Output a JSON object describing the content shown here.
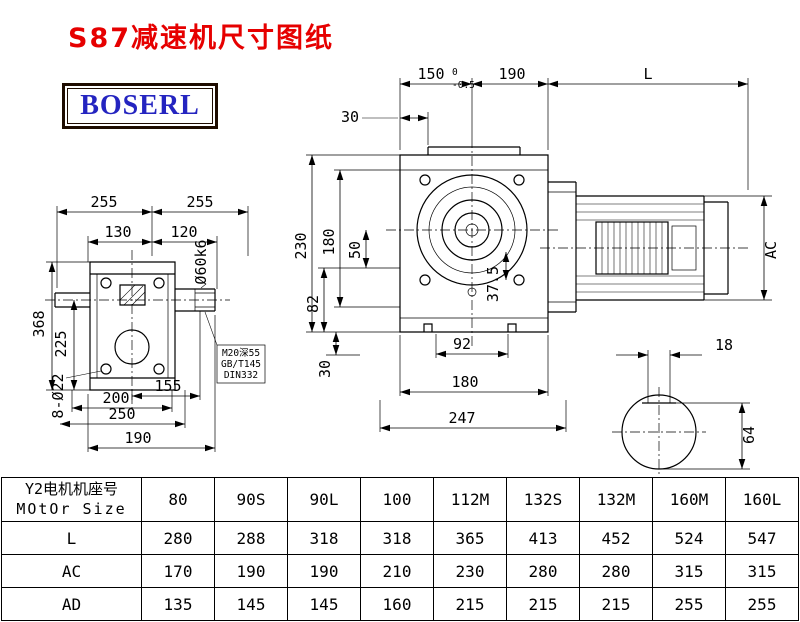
{
  "title": "S87减速机尺寸图纸",
  "logo": "BOSERL",
  "side_view": {
    "top_left": "255",
    "top_right": "255",
    "w130": "130",
    "w120": "120",
    "h368": "368",
    "h225": "225",
    "holes": "8-Ø22",
    "b155": "155",
    "b200": "200",
    "b250": "250",
    "b190": "190",
    "shaft": "Ø60k6",
    "note1": "M20深55",
    "note2": "GB/T145",
    "note3": "DIN332"
  },
  "front_view": {
    "t30": "30",
    "t150": "150",
    "tol_hi": "0",
    "tol_lo": "-0.5",
    "t190": "190",
    "L": "L",
    "v230": "230",
    "v180": "180",
    "v50": "50",
    "v82": "82",
    "v30": "30",
    "v37_5": "37.5",
    "b92": "92",
    "b180": "180",
    "b247": "247",
    "ac": "AC"
  },
  "shaft_view": {
    "w18": "18",
    "h64": "64"
  },
  "table": {
    "header_cn": "Y2电机机座号",
    "header_en": "MOtOr Size",
    "sizes": [
      "80",
      "90S",
      "90L",
      "100",
      "112M",
      "132S",
      "132M",
      "160M",
      "160L"
    ],
    "rows": [
      {
        "label": "L",
        "values": [
          "280",
          "288",
          "318",
          "318",
          "365",
          "413",
          "452",
          "524",
          "547"
        ]
      },
      {
        "label": "AC",
        "values": [
          "170",
          "190",
          "190",
          "210",
          "230",
          "280",
          "280",
          "315",
          "315"
        ]
      },
      {
        "label": "AD",
        "values": [
          "135",
          "145",
          "145",
          "160",
          "215",
          "215",
          "215",
          "255",
          "255"
        ]
      }
    ]
  },
  "colors": {
    "title": "#e60000",
    "logo_text": "#2424c0",
    "line": "#000000"
  }
}
